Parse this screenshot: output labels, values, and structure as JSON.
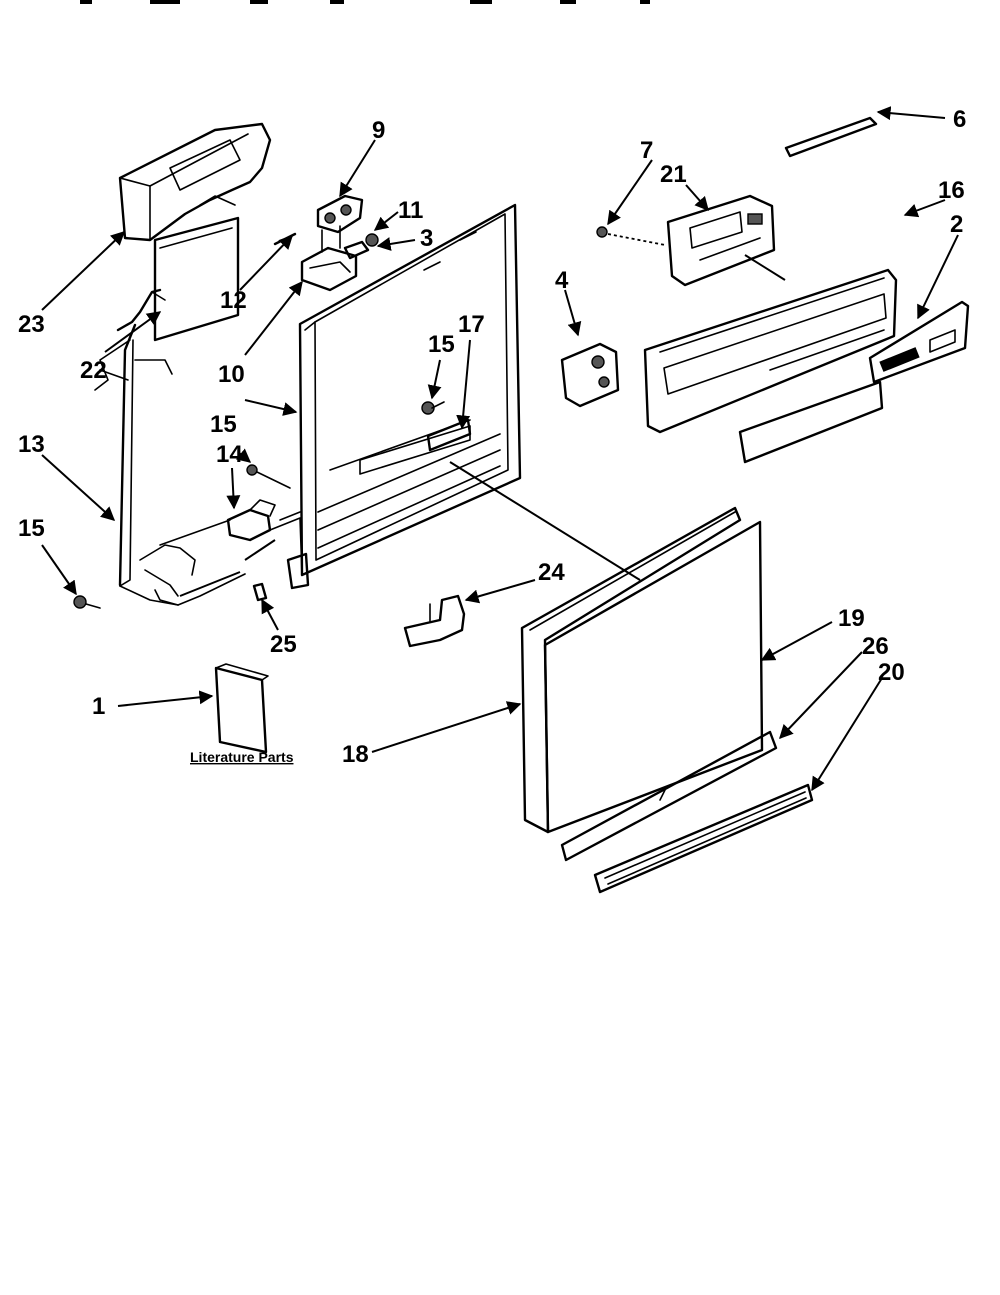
{
  "callouts": {
    "c1": "1",
    "c2": "2",
    "c3": "3",
    "c4": "4",
    "c6": "6",
    "c7": "7",
    "c9": "9",
    "c10": "10",
    "c11": "11",
    "c12": "12",
    "c13": "13",
    "c14": "14",
    "c15a": "15",
    "c15b": "15",
    "c15c": "15",
    "c16": "16",
    "c17": "17",
    "c18": "18",
    "c19": "19",
    "c20": "20",
    "c21": "21",
    "c22": "22",
    "c23": "23",
    "c24": "24",
    "c25": "25",
    "c26": "26"
  },
  "literature_caption": "Literature Parts"
}
